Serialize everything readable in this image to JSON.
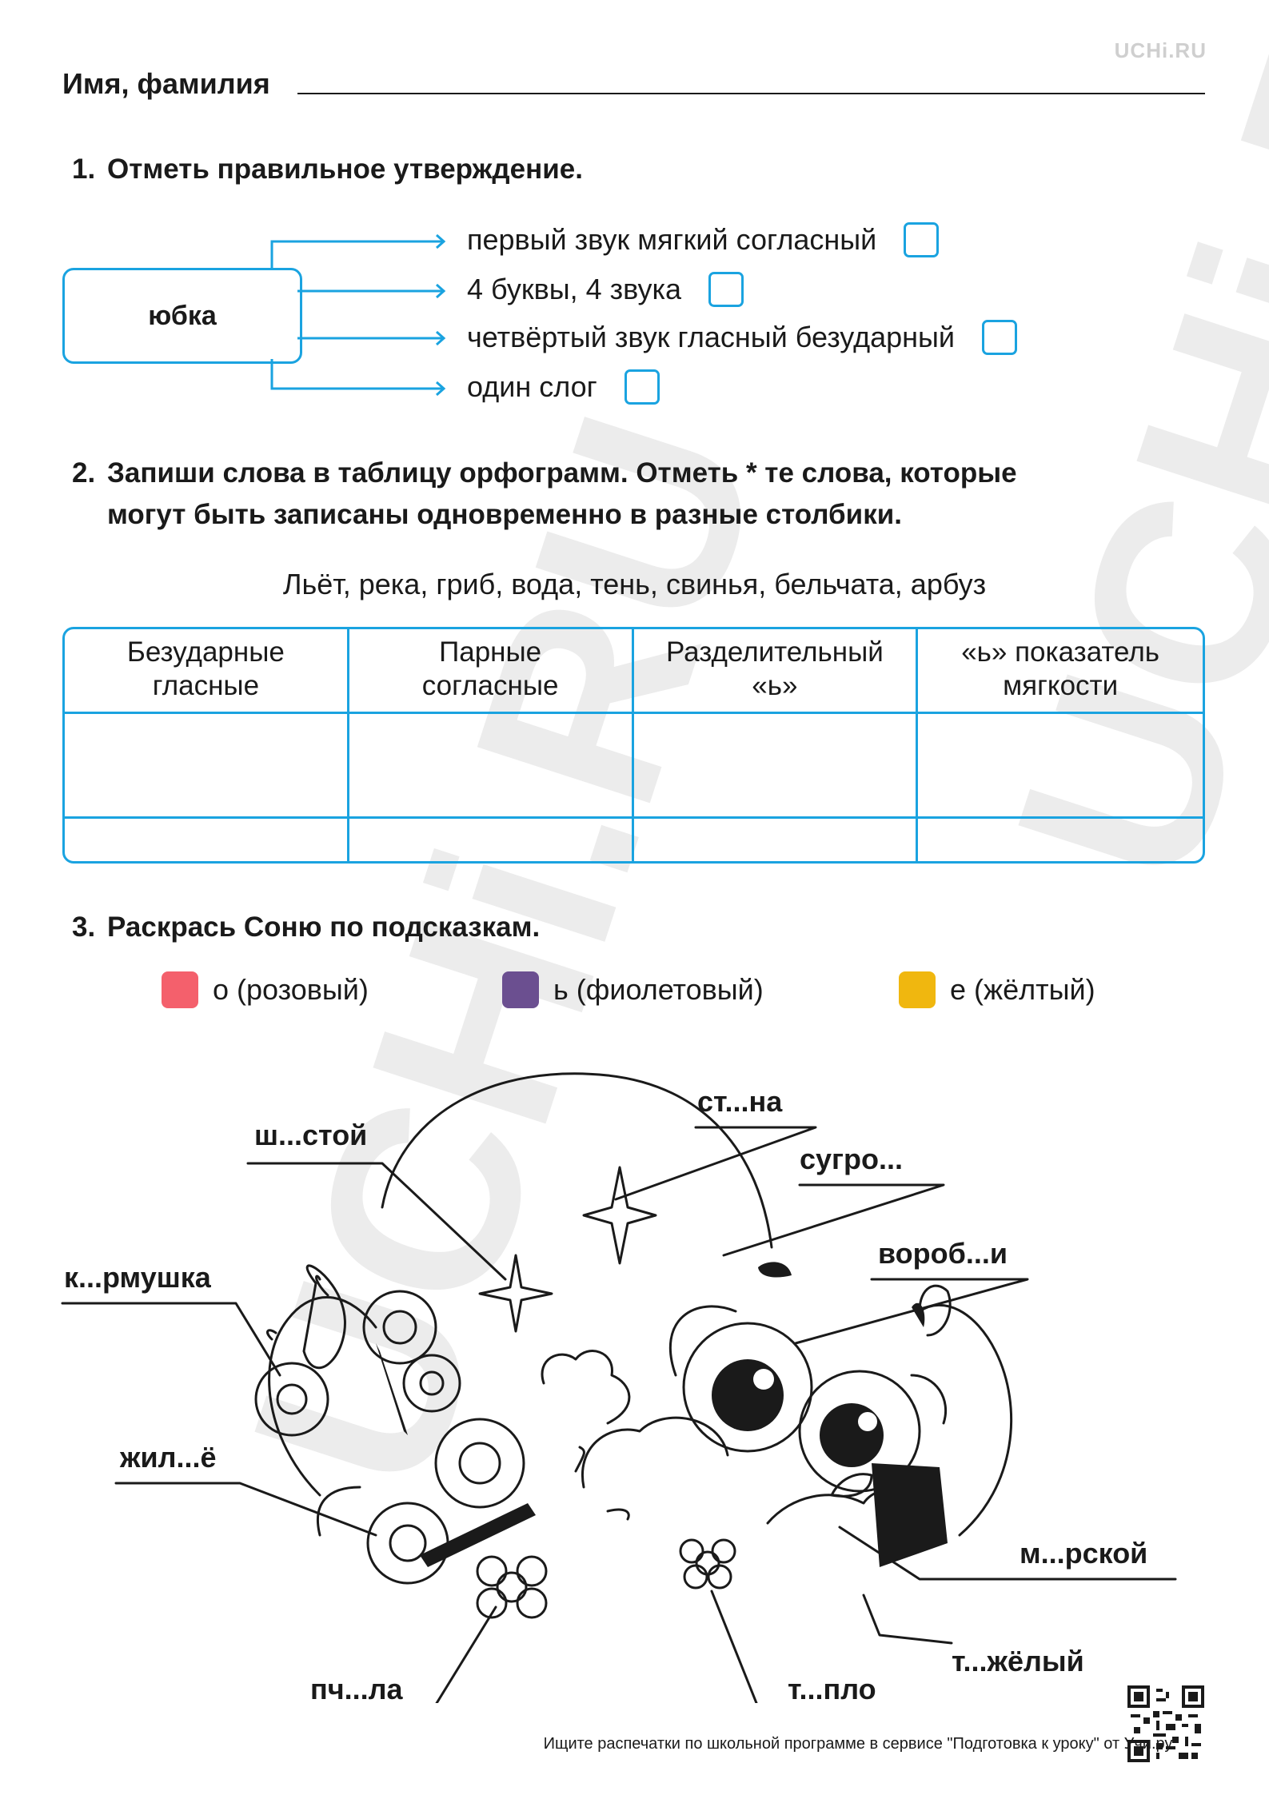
{
  "brand": {
    "logo": "UCHi.RU",
    "watermark": "UCHi.RU"
  },
  "header": {
    "name_label": "Имя, фамилия"
  },
  "task1": {
    "number": "1.",
    "title": "Отметь правильное утверждение.",
    "word": "юбка",
    "options": [
      "первый звук мягкий согласный",
      "4 буквы, 4 звука",
      "четвёртый звук гласный безударный",
      "один слог"
    ]
  },
  "task2": {
    "number": "2.",
    "title_line1": "Запиши слова в таблицу орфограмм. Отметь * те слова, которые",
    "title_line2": "могут быть записаны одновременно в разные столбики.",
    "words": "Льёт, река, гриб, вода, тень, свинья, бельчата, арбуз",
    "columns": [
      {
        "line1": "Безударные",
        "line2": "гласные"
      },
      {
        "line1": "Парные",
        "line2": "согласные"
      },
      {
        "line1": "Разделительный",
        "line2": "«ь»"
      },
      {
        "line1": "«ь» показатель",
        "line2": "мягкости"
      }
    ]
  },
  "task3": {
    "number": "3.",
    "title": "Раскрась Соню по подсказкам.",
    "legend": [
      {
        "label": "о (розовый)",
        "color": "#f4606c"
      },
      {
        "label": "ь (фиолетовый)",
        "color": "#6b4f90"
      },
      {
        "label": "е (жёлтый)",
        "color": "#f0b70f"
      }
    ],
    "labels": {
      "shesstoy": "ш...стой",
      "stena": "ст...на",
      "sugrob": "сугро...",
      "vorobyi": "вороб...и",
      "kormushka": "к...рмушка",
      "zhilyo": "жил...ё",
      "morskoy": "м...рской",
      "tyazhely": "т...жёлый",
      "pchela": "пч...ла",
      "teplo": "т...пло"
    }
  },
  "footer": {
    "text": "Ищите распечатки по школьной программе в сервисе \"Подготовка к уроку\" от Учи.ру."
  }
}
